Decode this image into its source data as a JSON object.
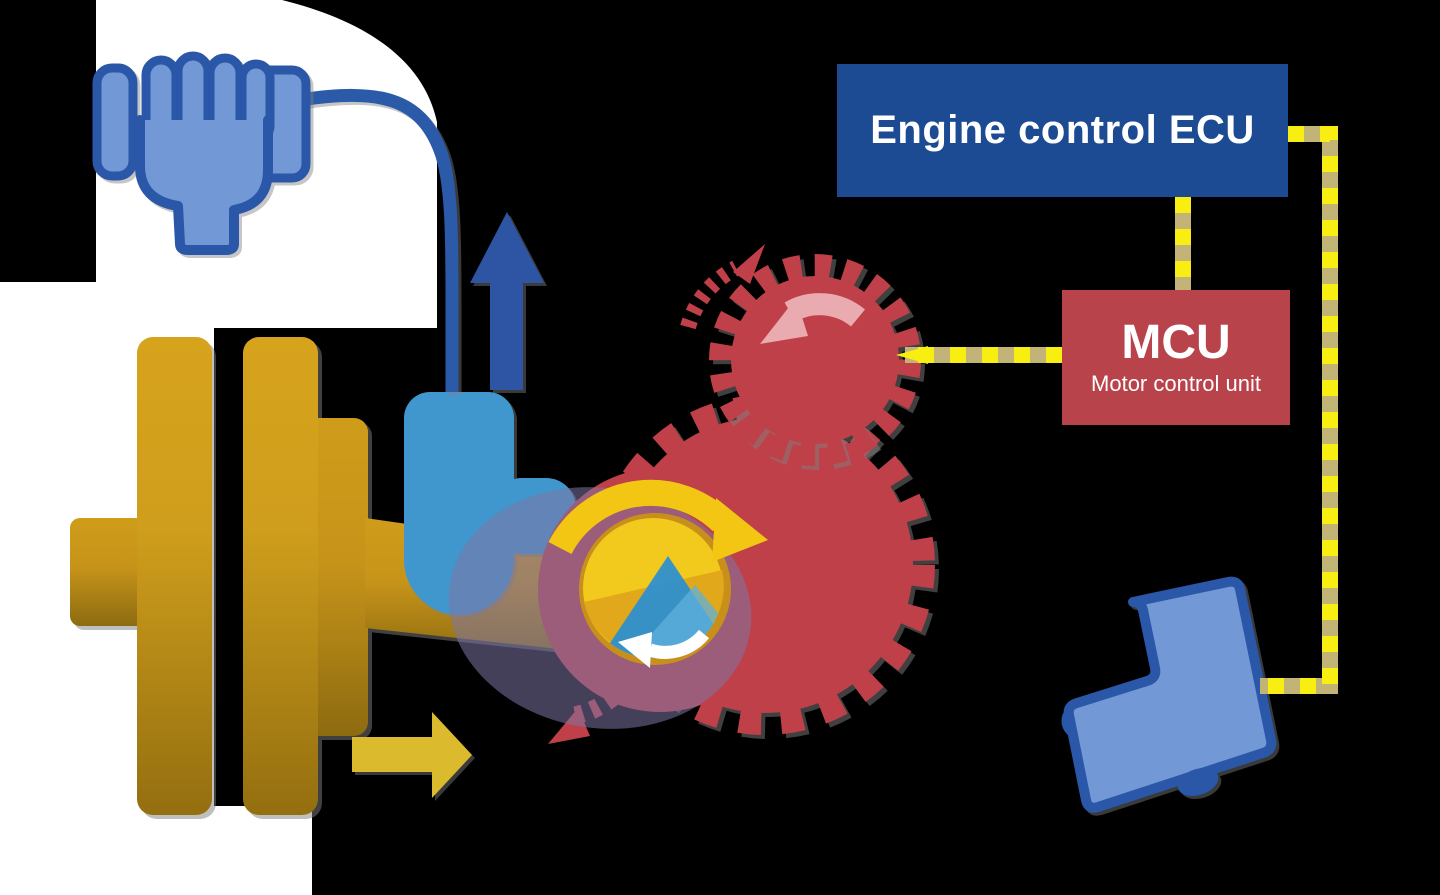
{
  "boxes": {
    "ecu": {
      "label": "Engine control ECU",
      "color": "#1d4b93",
      "text_color": "#ffffff"
    },
    "mcu": {
      "title": "MCU",
      "subtitle": "Motor control unit",
      "color": "#b8434b",
      "text_color": "#ffffff"
    }
  },
  "icons": {
    "hand_throttle": "hand-throttle-grip-icon",
    "foot_pedal": "foot-accelerator-pedal-icon",
    "flywheel": "engine-flywheel-shaft-icon",
    "motor_gear": "motor-gear-icon",
    "driven_gear": "driven-gear-icon",
    "clutch_rotor": "clutch-rotor-icon"
  },
  "arrows": {
    "up_arrow": "throttle-signal-up-arrow",
    "right_arrow": "output-torque-right-arrow",
    "clockwise_yellow": "rotor-clockwise-arrow",
    "counterclockwise_white": "stator-counterclockwise-arrow",
    "counterclockwise_pink": "motor-gear-counterclockwise-arrow",
    "vibration_top": "gear-motion-marks",
    "vibration_bottom": "clutch-motion-marks"
  },
  "connectors": {
    "ecu_to_mcu": "dashed-signal-line",
    "mcu_to_gear": "dashed-signal-line",
    "ecu_to_pedal": "dashed-signal-line"
  },
  "colors": {
    "background": "#000000",
    "backdrop_white": "#ffffff",
    "ecu_blue": "#1d4b93",
    "mcu_red": "#b8434b",
    "gear_red": "#bf4048",
    "gold_light": "#d7a31d",
    "gold_dark": "#8d6b10",
    "gold_arrow": "#dcba2e",
    "icon_blue_fill": "#7298d5",
    "icon_blue_outline": "#2b57a8",
    "cable_blue": "#2b5aa9",
    "up_arrow_blue": "#2d55a3",
    "throttle_body_blue": "#4097ce",
    "stator_blue": "#2e8fcd",
    "rotor_yellow": "#f2ca1e",
    "cw_arrow_yellow": "#f3c614",
    "pink_arrow": "#e9aab0",
    "dash_yellow": "#f8ee12",
    "dash_tan": "#c2b377",
    "overlay_purple": "#7d74a4",
    "white_arrow": "#ffffff"
  }
}
